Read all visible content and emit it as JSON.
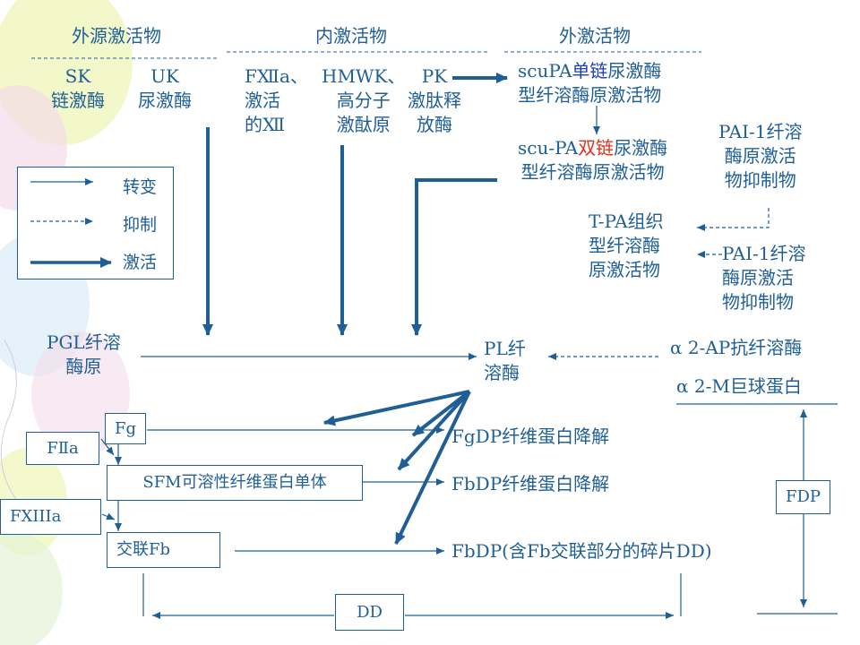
{
  "headers": {
    "external": "外源激活物",
    "internal": "内激活物",
    "outer": "外激活物"
  },
  "activators": {
    "sk": "SK\n链激酶",
    "uk": "UK\n尿激酶",
    "fxiia": "FⅫa、\n激活\n的Ⅻ",
    "hmwk": "HMWK、\n高分子\n激酞原",
    "pk": "PK\n激肽释\n放酶"
  },
  "scupa_single": {
    "prefix": "scuPA",
    "highlight": "单链",
    "suffix": "尿激酶",
    "line2": "型纤溶酶原激活物"
  },
  "scupa_double": {
    "prefix": "scu-PA",
    "highlight": "双链",
    "suffix": "尿激酶",
    "line2": "型纤溶酶原激活物"
  },
  "pai1_top": "PAI-1纤溶\n酶原激活\n物抑制物",
  "tpa": "T-PA组织\n型纤溶酶\n原激活物",
  "pai1_bottom": "PAI-1纤溶\n酶原激活\n物抑制物",
  "legend": {
    "transform": "转变",
    "inhibit": "抑制",
    "activate": "激活"
  },
  "pgl": "PGL纤溶\n酶原",
  "pl": "PL纤\n溶酶",
  "alpha2ap": "α 2-AP抗纤溶酶",
  "alpha2m": "α 2-M巨球蛋白",
  "boxes": {
    "fg": "Fg",
    "fiia": "FⅡa",
    "sfm": "SFM可溶性纤维蛋白单体",
    "fxiiia": "FXIIIa",
    "crosslinked_fb": "交联Fb",
    "fdp": "FDP",
    "dd": "DD"
  },
  "products": {
    "fgdp": "FgDP纤维蛋白降解",
    "fbdp": "FbDP纤维蛋白降解",
    "fbdp_dd": "FbDP(含Fb交联部分的碎片DD)"
  },
  "colors": {
    "primary": "#1f5f95",
    "highlight_red": "#e0301e",
    "background_balloons": [
      "#eef6b8",
      "#f3dcea",
      "#dcecf7",
      "#e3f3d6"
    ]
  }
}
